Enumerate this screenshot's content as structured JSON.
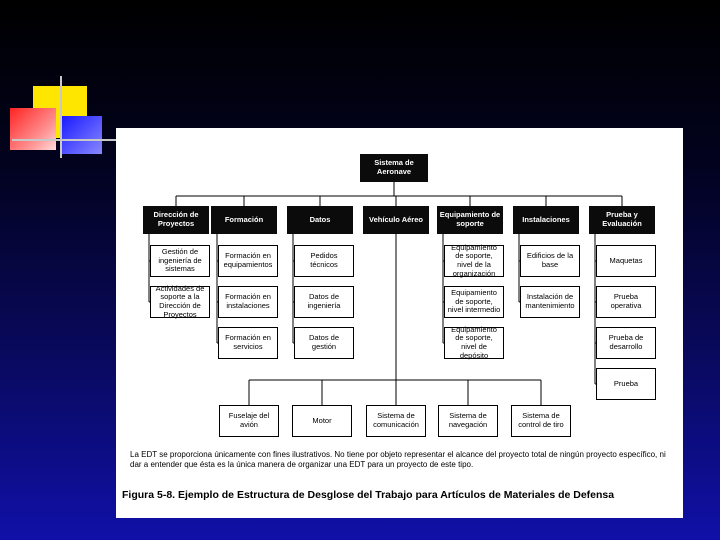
{
  "root": {
    "label": "Sistema de Aeronave"
  },
  "categories": [
    {
      "label": "Dirección de Proyectos",
      "children": [
        "Gestión de ingeniería de sistemas",
        "Actividades de soporte a la Dirección de Proyectos"
      ]
    },
    {
      "label": "Formación",
      "children": [
        "Formación en equipamientos",
        "Formación en instalaciones",
        "Formación en servicios"
      ]
    },
    {
      "label": "Datos",
      "children": [
        "Pedidos técnicos",
        "Datos de ingeniería",
        "Datos de gestión"
      ]
    },
    {
      "label": "Vehículo Aéreo",
      "children": []
    },
    {
      "label": "Equipamiento de soporte",
      "children": [
        "Equipamiento de soporte, nivel de la organización",
        "Equipamiento de soporte, nivel intermedio",
        "Equipamiento de soporte, nivel de depósito"
      ]
    },
    {
      "label": "Instalaciones",
      "children": [
        "Edificios de la base",
        "Instalación de mantenimiento"
      ]
    },
    {
      "label": "Prueba y Evaluación",
      "children": [
        "Maquetas",
        "Prueba operativa",
        "Prueba de desarrollo",
        "Prueba"
      ]
    }
  ],
  "vehicle_parts": [
    "Fuselaje del avión",
    "Motor",
    "Sistema de comunicación",
    "Sistema de navegación",
    "Sistema de control de tiro"
  ],
  "note": "La EDT se proporciona únicamente con fines ilustrativos. No tiene por objeto representar el alcance del proyecto total de ningún proyecto específico, ni dar a entender que ésta es la única manera de organizar una EDT para un proyecto de este tipo.",
  "caption": "Figura 5-8. Ejemplo de Estructura de Desglose del Trabajo para Artículos de Materiales de Defensa"
}
